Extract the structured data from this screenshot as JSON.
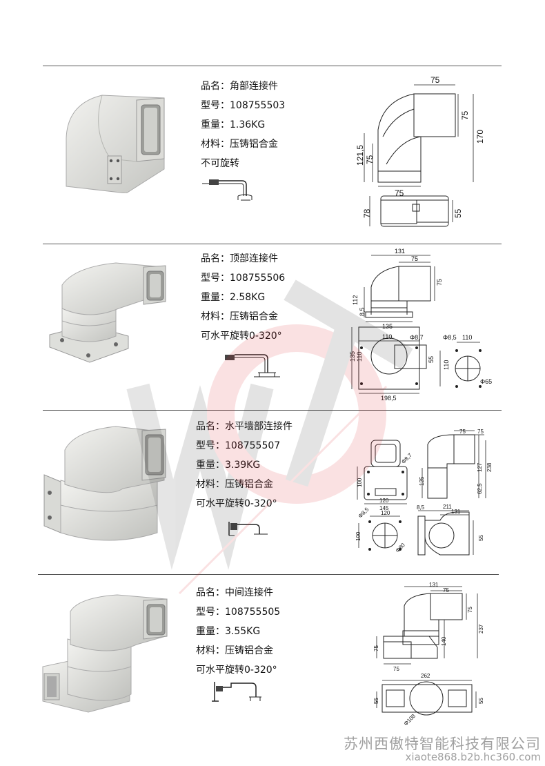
{
  "products": [
    {
      "name_line": "品名：角部连接件",
      "model_line": "型号：108755503",
      "weight_line": "重量：1.36KG",
      "material_line": "材料：压铸铝合金",
      "rotation_line": "不可旋转",
      "dims": {
        "top_w": "75",
        "side_a": "75",
        "height": "170",
        "left_h": "121,5",
        "left_a": "75",
        "bottom_w": "75",
        "depth": "78",
        "depth_b": "55"
      }
    },
    {
      "name_line": "品名：顶部连接件",
      "model_line": "型号：108755506",
      "weight_line": "重量：2.58KG",
      "material_line": "材料：压铸铝合金",
      "rotation_line": "可水平旋转0-320°",
      "dims": {
        "w131": "131",
        "w75": "75",
        "h75": "75",
        "h112": "112",
        "h85": "8,5",
        "w135": "135",
        "t110": "110",
        "d87": "Φ8,7",
        "d85": "Φ8,5",
        "r110": "110",
        "h135": "135",
        "h110": "110",
        "h55": "55",
        "h110b": "110",
        "d65": "Φ65",
        "w198": "198,5"
      }
    },
    {
      "name_line": "品名：水平墙部连接件",
      "model_line": "型号：108755507",
      "weight_line": "重量：3.39KG",
      "material_line": "材料：压铸铝合金",
      "rotation_line": "可水平旋转0-320°",
      "dims": {
        "d87": "Φ8,7",
        "h100": "100",
        "w120": "120",
        "w145": "145",
        "w75a": "75",
        "w75b": "75",
        "h125": "125",
        "h127": "127",
        "h238": "238",
        "h625": "62,5",
        "d85": "Φ8,5",
        "w120b": "120",
        "h100b": "100",
        "d80": "Φ80",
        "w85": "8,5",
        "w211": "211",
        "w131": "131",
        "h55": "55"
      }
    },
    {
      "name_line": "品名：中间连接件",
      "model_line": "型号：108755505",
      "weight_line": "重量：3.55KG",
      "material_line": "材料：压铸铝合金",
      "rotation_line": "可水平旋转0-320°",
      "dims": {
        "w131": "131",
        "w75": "75",
        "h75": "75",
        "h140": "140",
        "h237": "237",
        "h75b": "75",
        "w75b": "75",
        "w262": "262",
        "h55a": "55",
        "h55b": "55",
        "d108": "Φ108"
      }
    }
  ],
  "footer": {
    "company": "苏州西傲特智能科技有限公司",
    "url": "xiaote868.b2b.hc360.com"
  },
  "colors": {
    "rule": "#555555",
    "watermark_red": "#e0202a",
    "footer_gray": "#a0a0a0",
    "part_light": "#e9e9e6",
    "part_shade": "#b9bab6"
  }
}
